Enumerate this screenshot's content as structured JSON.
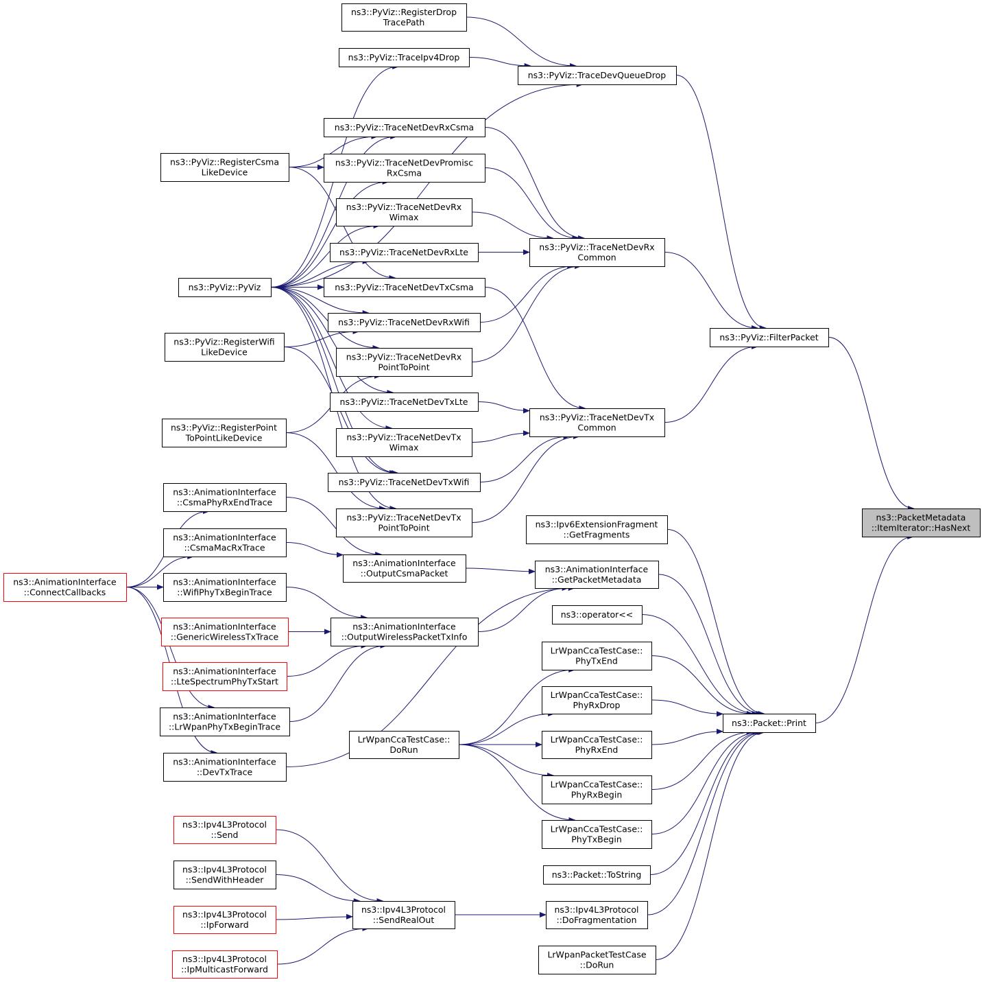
{
  "colors": {
    "edge": "#191970",
    "box_border": "#000000",
    "box_border_incomplete": "#ff0000",
    "focus_fill": "#bfbfbf",
    "box_fill": "#ffffff"
  },
  "nodes": {
    "haspext": {
      "lines": [
        "ns3::PacketMetadata",
        "::ItemIterator::HasNext"
      ],
      "focus": true
    },
    "filterpacket": {
      "lines": [
        "ns3::PyViz::FilterPacket"
      ]
    },
    "packetprint": {
      "lines": [
        "ns3::Packet::Print"
      ]
    },
    "devqueuedrop": {
      "lines": [
        "ns3::PyViz::TraceDevQueueDrop"
      ]
    },
    "rxcommon": {
      "lines": [
        "ns3::PyViz::TraceNetDevRx",
        "Common"
      ]
    },
    "txcommon": {
      "lines": [
        "ns3::PyViz::TraceNetDevTx",
        "Common"
      ]
    },
    "regdrop": {
      "lines": [
        "ns3::PyViz::RegisterDrop",
        "TracePath"
      ]
    },
    "ipv4drop": {
      "lines": [
        "ns3::PyViz::TraceIpv4Drop"
      ]
    },
    "rxcsma": {
      "lines": [
        "ns3::PyViz::TraceNetDevRxCsma"
      ]
    },
    "promisc": {
      "lines": [
        "ns3::PyViz::TraceNetDevPromisc",
        "RxCsma"
      ]
    },
    "rxwimax": {
      "lines": [
        "ns3::PyViz::TraceNetDevRx",
        "Wimax"
      ]
    },
    "rxlte": {
      "lines": [
        "ns3::PyViz::TraceNetDevRxLte"
      ]
    },
    "txcsma": {
      "lines": [
        "ns3::PyViz::TraceNetDevTxCsma"
      ]
    },
    "rxwifi": {
      "lines": [
        "ns3::PyViz::TraceNetDevRxWifi"
      ]
    },
    "rxp2p": {
      "lines": [
        "ns3::PyViz::TraceNetDevRx",
        "PointToPoint"
      ]
    },
    "txlte": {
      "lines": [
        "ns3::PyViz::TraceNetDevTxLte"
      ]
    },
    "txwimax": {
      "lines": [
        "ns3::PyViz::TraceNetDevTx",
        "Wimax"
      ]
    },
    "txwifi": {
      "lines": [
        "ns3::PyViz::TraceNetDevTxWifi"
      ]
    },
    "txp2p": {
      "lines": [
        "ns3::PyViz::TraceNetDevTx",
        "PointToPoint"
      ]
    },
    "regcsma": {
      "lines": [
        "ns3::PyViz::RegisterCsma",
        "LikeDevice"
      ]
    },
    "pyviz": {
      "lines": [
        "ns3::PyViz::PyViz"
      ]
    },
    "regwifi": {
      "lines": [
        "ns3::PyViz::RegisterWifi",
        "LikeDevice"
      ]
    },
    "regp2p": {
      "lines": [
        "ns3::PyViz::RegisterPoint",
        "ToPointLikeDevice"
      ]
    },
    "csmaphyrx": {
      "lines": [
        "ns3::AnimationInterface",
        "::CsmaPhyRxEndTrace"
      ]
    },
    "csmamacrx": {
      "lines": [
        "ns3::AnimationInterface",
        "::CsmaMacRxTrace"
      ]
    },
    "connectcb": {
      "lines": [
        "ns3::AnimationInterface",
        "::ConnectCallbacks"
      ],
      "red": true
    },
    "wifiphytx": {
      "lines": [
        "ns3::AnimationInterface",
        "::WifiPhyTxBeginTrace"
      ]
    },
    "genwireless": {
      "lines": [
        "ns3::AnimationInterface",
        "::GenericWirelessTxTrace"
      ],
      "red": true
    },
    "ltespectrum": {
      "lines": [
        "ns3::AnimationInterface",
        "::LteSpectrumPhyTxStart"
      ],
      "red": true
    },
    "lrwpanphytx": {
      "lines": [
        "ns3::AnimationInterface",
        "::LrWpanPhyTxBeginTrace"
      ]
    },
    "devtxtrace": {
      "lines": [
        "ns3::AnimationInterface",
        "::DevTxTrace"
      ]
    },
    "outcsma": {
      "lines": [
        "ns3::AnimationInterface",
        "::OutputCsmaPacket"
      ]
    },
    "outwireless": {
      "lines": [
        "ns3::AnimationInterface",
        "::OutputWirelessPacketTxInfo"
      ]
    },
    "getpktmeta": {
      "lines": [
        "ns3::AnimationInterface",
        "::GetPacketMetadata"
      ]
    },
    "ipv6frag": {
      "lines": [
        "ns3::Ipv6ExtensionFragment",
        "::GetFragments"
      ]
    },
    "oplshift": {
      "lines": [
        "ns3::operator<<"
      ]
    },
    "phytxend": {
      "lines": [
        "LrWpanCcaTestCase::",
        "PhyTxEnd"
      ]
    },
    "phyrxdrop": {
      "lines": [
        "LrWpanCcaTestCase::",
        "PhyRxDrop"
      ]
    },
    "phyrxend": {
      "lines": [
        "LrWpanCcaTestCase::",
        "PhyRxEnd"
      ]
    },
    "phyrxbegin": {
      "lines": [
        "LrWpanCcaTestCase::",
        "PhyRxBegin"
      ]
    },
    "phytxbegin": {
      "lines": [
        "LrWpanCcaTestCase::",
        "PhyTxBegin"
      ]
    },
    "ccadorun": {
      "lines": [
        "LrWpanCcaTestCase::",
        "DoRun"
      ]
    },
    "tostring": {
      "lines": [
        "ns3::Packet::ToString"
      ]
    },
    "dofrag": {
      "lines": [
        "ns3::Ipv4L3Protocol",
        "::DoFragmentation"
      ]
    },
    "pktdorun": {
      "lines": [
        "LrWpanPacketTestCase",
        "::DoRun"
      ]
    },
    "sendrealout": {
      "lines": [
        "ns3::Ipv4L3Protocol",
        "::SendRealOut"
      ]
    },
    "send": {
      "lines": [
        "ns3::Ipv4L3Protocol",
        "::Send"
      ],
      "red": true
    },
    "sendhdr": {
      "lines": [
        "ns3::Ipv4L3Protocol",
        "::SendWithHeader"
      ]
    },
    "ipforward": {
      "lines": [
        "ns3::Ipv4L3Protocol",
        "::IpForward"
      ],
      "red": true
    },
    "ipmcast": {
      "lines": [
        "ns3::Ipv4L3Protocol",
        "::IpMulticastForward"
      ],
      "red": true
    }
  },
  "edges": [
    [
      "filterpacket",
      "haspext"
    ],
    [
      "packetprint",
      "haspext"
    ],
    [
      "devqueuedrop",
      "filterpacket"
    ],
    [
      "rxcommon",
      "filterpacket"
    ],
    [
      "txcommon",
      "filterpacket"
    ],
    [
      "regdrop",
      "devqueuedrop"
    ],
    [
      "ipv4drop",
      "devqueuedrop"
    ],
    [
      "pyviz",
      "devqueuedrop"
    ],
    [
      "pyviz",
      "ipv4drop"
    ],
    [
      "rxcsma",
      "rxcommon"
    ],
    [
      "promisc",
      "rxcommon"
    ],
    [
      "rxwimax",
      "rxcommon"
    ],
    [
      "rxlte",
      "rxcommon"
    ],
    [
      "rxwifi",
      "rxcommon"
    ],
    [
      "rxp2p",
      "rxcommon"
    ],
    [
      "txcsma",
      "txcommon"
    ],
    [
      "txlte",
      "txcommon"
    ],
    [
      "txwimax",
      "txcommon"
    ],
    [
      "txwifi",
      "txcommon"
    ],
    [
      "txp2p",
      "txcommon"
    ],
    [
      "regcsma",
      "rxcsma"
    ],
    [
      "regcsma",
      "promisc"
    ],
    [
      "regcsma",
      "txcsma"
    ],
    [
      "pyviz",
      "rxcsma"
    ],
    [
      "pyviz",
      "promisc"
    ],
    [
      "pyviz",
      "rxwimax"
    ],
    [
      "pyviz",
      "rxlte"
    ],
    [
      "pyviz",
      "txcsma"
    ],
    [
      "pyviz",
      "rxwifi"
    ],
    [
      "pyviz",
      "rxp2p"
    ],
    [
      "pyviz",
      "txlte"
    ],
    [
      "pyviz",
      "txwimax"
    ],
    [
      "pyviz",
      "txwifi"
    ],
    [
      "pyviz",
      "txp2p"
    ],
    [
      "regwifi",
      "rxwifi"
    ],
    [
      "regwifi",
      "txwifi"
    ],
    [
      "regp2p",
      "rxp2p"
    ],
    [
      "regp2p",
      "txp2p"
    ],
    [
      "connectcb",
      "csmaphyrx"
    ],
    [
      "connectcb",
      "csmamacrx"
    ],
    [
      "connectcb",
      "wifiphytx"
    ],
    [
      "connectcb",
      "lrwpanphytx"
    ],
    [
      "connectcb",
      "devtxtrace"
    ],
    [
      "csmaphyrx",
      "outcsma"
    ],
    [
      "csmamacrx",
      "outcsma"
    ],
    [
      "wifiphytx",
      "outwireless"
    ],
    [
      "genwireless",
      "outwireless"
    ],
    [
      "ltespectrum",
      "outwireless"
    ],
    [
      "lrwpanphytx",
      "outwireless"
    ],
    [
      "outcsma",
      "getpktmeta"
    ],
    [
      "outwireless",
      "getpktmeta"
    ],
    [
      "devtxtrace",
      "getpktmeta"
    ],
    [
      "getpktmeta",
      "packetprint"
    ],
    [
      "ipv6frag",
      "packetprint"
    ],
    [
      "oplshift",
      "packetprint"
    ],
    [
      "phytxend",
      "packetprint"
    ],
    [
      "phyrxdrop",
      "packetprint"
    ],
    [
      "phyrxend",
      "packetprint"
    ],
    [
      "phyrxbegin",
      "packetprint"
    ],
    [
      "phytxbegin",
      "packetprint"
    ],
    [
      "tostring",
      "packetprint"
    ],
    [
      "dofrag",
      "packetprint"
    ],
    [
      "pktdorun",
      "packetprint"
    ],
    [
      "ccadorun",
      "phytxend"
    ],
    [
      "ccadorun",
      "phyrxdrop"
    ],
    [
      "ccadorun",
      "phyrxend"
    ],
    [
      "ccadorun",
      "phyrxbegin"
    ],
    [
      "ccadorun",
      "phytxbegin"
    ],
    [
      "sendrealout",
      "dofrag"
    ],
    [
      "send",
      "sendrealout"
    ],
    [
      "sendhdr",
      "sendrealout"
    ],
    [
      "ipforward",
      "sendrealout"
    ],
    [
      "ipmcast",
      "sendrealout"
    ]
  ]
}
